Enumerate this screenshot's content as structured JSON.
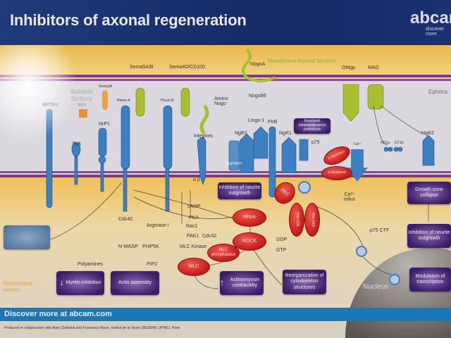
{
  "header": {
    "title": "Inhibitors of axonal regeneration",
    "logo": "abcam",
    "logo_tagline": "discover more"
  },
  "groups": {
    "soluble": "Soluble factors",
    "membrane_bound": "Membrane-bound factors"
  },
  "ligands": [
    "Sema5A/B",
    "Sema4D/CD100",
    "NogoA",
    "Amino Nogo",
    "Nogo66",
    "OMgp",
    "MAG",
    "Wnt",
    "Sema3A"
  ],
  "receptors": [
    "RPTPσ",
    "Ryk",
    "NrP1",
    "Plexin-A",
    "Plexin-B",
    "Integrins",
    "Lingo-1",
    "PirB",
    "NgR1",
    "NgR1",
    "TAJ/TROY",
    "p75",
    "NgR2",
    "GD1a",
    "GT1b",
    "Ca²⁺"
  ],
  "signaling": [
    "Cdc42",
    "cAMP",
    "PKA",
    "Rac1",
    "PAK1",
    "Cdc42",
    "MLC Kinase",
    "Arginase I",
    "N-WASP",
    "PI4P5K",
    "PIP2",
    "Polyamines",
    "GDP",
    "GTP",
    "p75 CTF",
    "Ca²⁺ influx",
    "α β"
  ],
  "enzymes": [
    "RhoA",
    "ROCK",
    "MLC phosphatase",
    "MLC",
    "PKC",
    "Rho GDI",
    "Rho GEF",
    "α secretase",
    "γ secretase"
  ],
  "outcomes": {
    "inhibition_center": "Inhibition of neurite outgrowth",
    "rip": "Regulated intramembranous proteolysis",
    "myelin": "Myelin inhibition",
    "actin": "Actin assembly",
    "actomyosin": "Actinomyosin contractility",
    "reorg": "Reorganization of cytoskeleton structures",
    "growth_cone": "Growth cone collapse",
    "inhibition_right": "Inhibition of neurite outgrowth",
    "transcription": "Modulation of transcription"
  },
  "regions": {
    "axon": "Axotomized neuron",
    "nucleus": "Nucleus",
    "ephrins": "Ephrins"
  },
  "footer": {
    "discover": "Discover more at abcam.com",
    "credit": "Produced in collaboration with Alain Chédotal and Francesco Bosio, Institut de la Vision (INSERM, UPMC), Paris"
  },
  "colors": {
    "header": "#142a66",
    "membrane": "#7a3a8a",
    "box": "#3a1d6a",
    "enzyme": "#c41a18",
    "receptor": "#3d7fc0",
    "ligand": "#a8c030",
    "footer": "#1a78b8"
  }
}
